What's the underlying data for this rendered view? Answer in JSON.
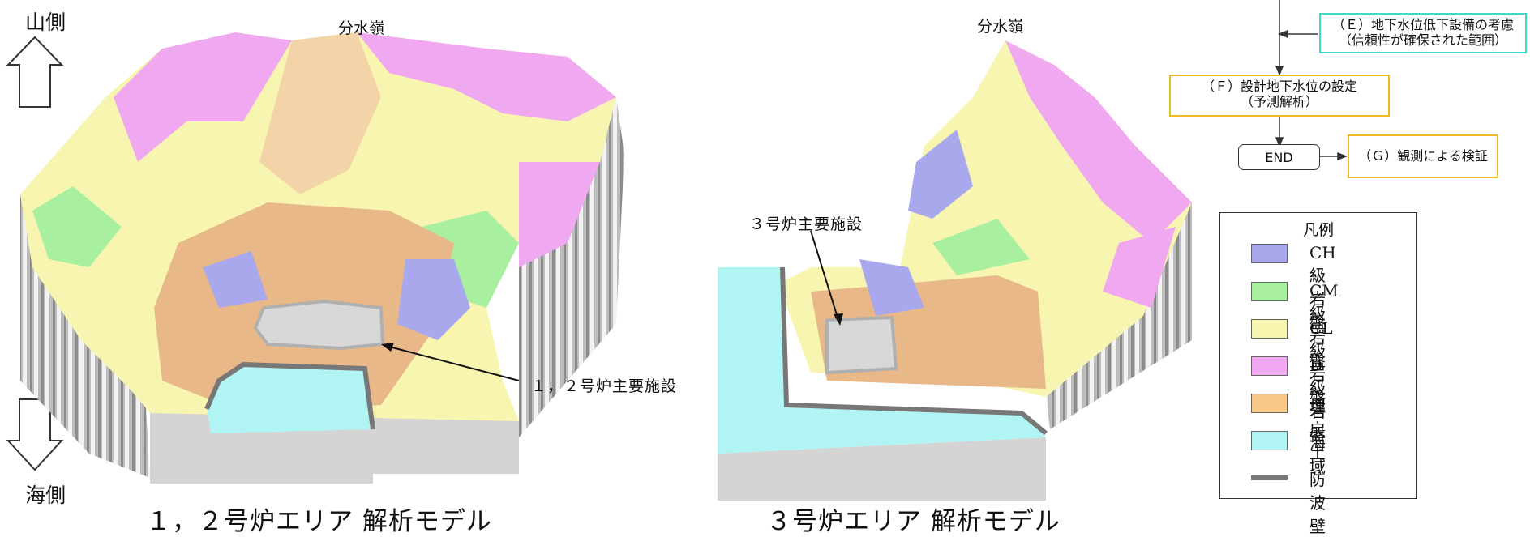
{
  "left_panel": {
    "mountain_side": "山側",
    "sea_side": "海側",
    "watershed": "分水嶺",
    "facility_callout": "１，２号炉主要施設",
    "caption": "１，２号炉エリア 解析モデル"
  },
  "right_panel": {
    "watershed": "分水嶺",
    "facility_callout": "３号炉主要施設",
    "caption": "３号炉エリア 解析モデル"
  },
  "flowchart": {
    "step_e_line1": "（Ｅ）地下水位低下設備の考慮",
    "step_e_line2": "（信頼性が確保された範囲）",
    "step_f_line1": "（Ｆ）設計地下水位の設定",
    "step_f_line2": "（予測解析）",
    "end_label": "END",
    "step_g": "（Ｇ）観測による検証"
  },
  "legend": {
    "title": "凡例",
    "items": [
      {
        "label": "CH級岩盤",
        "color": "#a9a8ec"
      },
      {
        "label": "CM級岩盤",
        "color": "#a8f0a0"
      },
      {
        "label": "CL級岩盤",
        "color": "#f8f5b0"
      },
      {
        "label": "D級岩盤",
        "color": "#f0a8f0"
      },
      {
        "label": "埋戻土",
        "color": "#f8c888"
      },
      {
        "label": "海域",
        "color": "#b0f4f4"
      }
    ],
    "wall_label": "防波壁",
    "wall_color": "#777777"
  },
  "colors": {
    "step_e_border": "#40d8c8",
    "step_fg_border": "#f0b820",
    "model_side": "#a8a8a8",
    "model_base": "#d4d4d4",
    "facility": "#d8d8d8"
  }
}
